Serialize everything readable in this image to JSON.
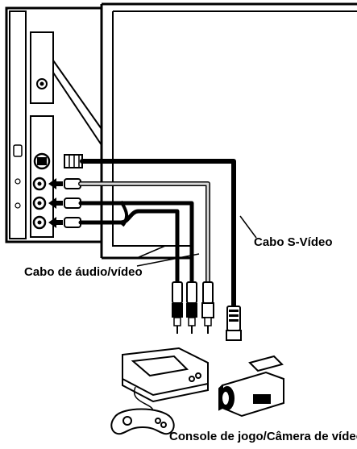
{
  "labels": {
    "svideo_cable": "Cabo S-Vídeo",
    "av_cable": "Cabo de áudio/vídeo",
    "devices": "Console de jogo/Câmera de vídeo"
  },
  "panel_marks": {
    "headphone": "",
    "svideo_in": "",
    "video_in": "",
    "audio_in": ""
  },
  "colors": {
    "line": "#000000",
    "svideo_cable": "#111111",
    "video_cable": "#d9d9d9",
    "audio_left_cable": "#222222",
    "audio_right_cable": "#222222",
    "tv_outline": "#000000"
  },
  "icons": [
    "tv-side-panel",
    "headphone-jack-icon",
    "svideo-port-icon",
    "rca-port-icon",
    "connector-arrow-icon",
    "game-console-icon",
    "gamepad-icon",
    "video-camera-icon"
  ]
}
